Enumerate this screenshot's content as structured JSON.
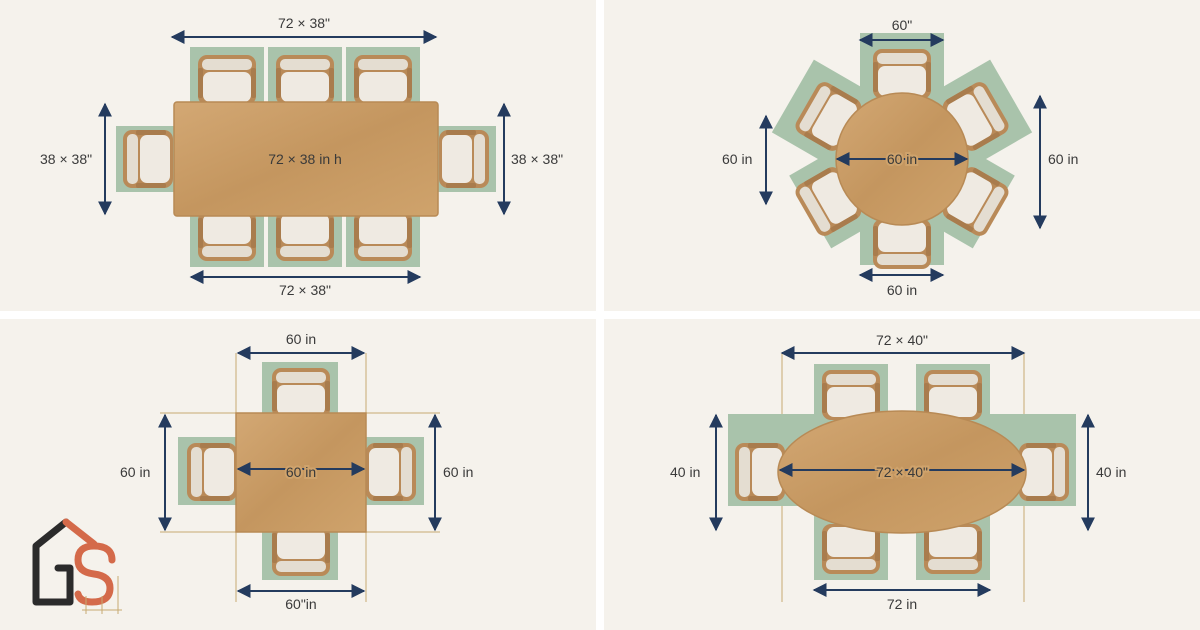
{
  "colors": {
    "background": "#f5f2ec",
    "rug": "#a9c3ab",
    "wood": "#c99a63",
    "chair_frame": "#b98a58",
    "chair_cushion": "#ece7de",
    "dimension_line": "#243b5e",
    "guide_line": "#c8aa72",
    "logo_dark": "#2b2b2b",
    "logo_accent": "#d46a4a"
  },
  "layouts": {
    "rectangle": {
      "top_label": "72 × 38\"",
      "bottom_label": "72 × 38\"",
      "left_label": "38 × 38\"",
      "right_label": "38 × 38\"",
      "table_label": "72 × 38 in h"
    },
    "round": {
      "top_label": "60\"",
      "bottom_label": "60 in",
      "left_label": "60 in",
      "right_label": "60 in",
      "table_label": "60 in"
    },
    "square": {
      "top_label": "60 in",
      "bottom_label": "60\"in",
      "left_label": "60 in",
      "right_label": "60 in",
      "table_label": "60 in"
    },
    "oval": {
      "top_label": "72 × 40\"",
      "bottom_label": "72 in",
      "left_label": "40 in",
      "right_label": "40 in",
      "table_label": "72 × 40\""
    }
  },
  "logo": {
    "icon": "house-s-logo-icon"
  }
}
